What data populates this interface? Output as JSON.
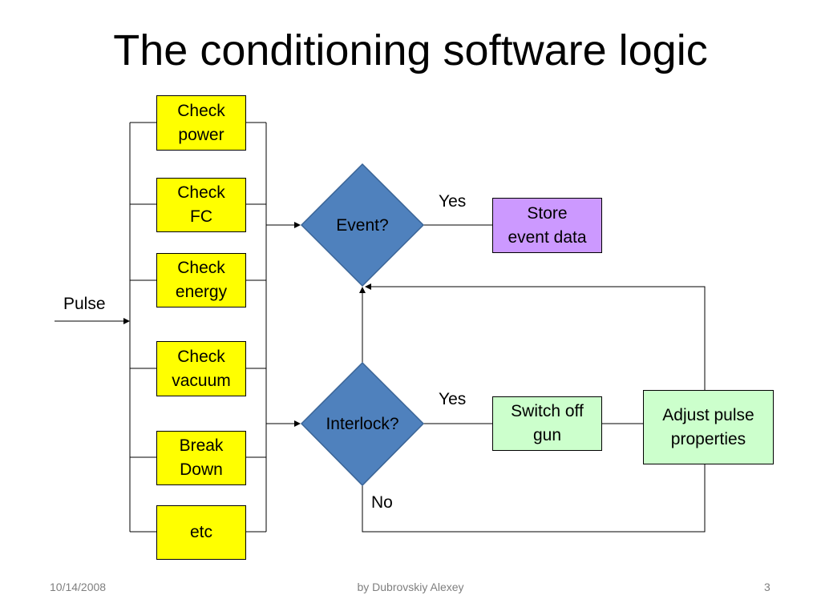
{
  "slide": {
    "title": "The conditioning software logic",
    "footer": {
      "date": "10/14/2008",
      "author": "by Dubrovskiy Alexey",
      "page": "3"
    }
  },
  "diagram": {
    "input_label": "Pulse",
    "checks": [
      {
        "id": "check-power",
        "label": "Check\npower"
      },
      {
        "id": "check-fc",
        "label": "Check\nFC"
      },
      {
        "id": "check-energy",
        "label": "Check\nenergy"
      },
      {
        "id": "check-vacuum",
        "label": "Check\nvacuum"
      },
      {
        "id": "break-down",
        "label": "Break\nDown"
      },
      {
        "id": "etc",
        "label": "etc"
      }
    ],
    "decisions": {
      "event": "Event?",
      "interlock": "Interlock?"
    },
    "actions": {
      "store": "Store\nevent data",
      "switch_off": "Switch off\ngun",
      "adjust": "Adjust pulse\nproperties"
    },
    "edge_labels": {
      "event_yes": "Yes",
      "interlock_yes": "Yes",
      "interlock_no": "No"
    },
    "colors": {
      "check_fill": "#ffff00",
      "decision_fill": "#4f81bd",
      "store_fill": "#cc99ff",
      "action_fill": "#ccffcc"
    }
  }
}
